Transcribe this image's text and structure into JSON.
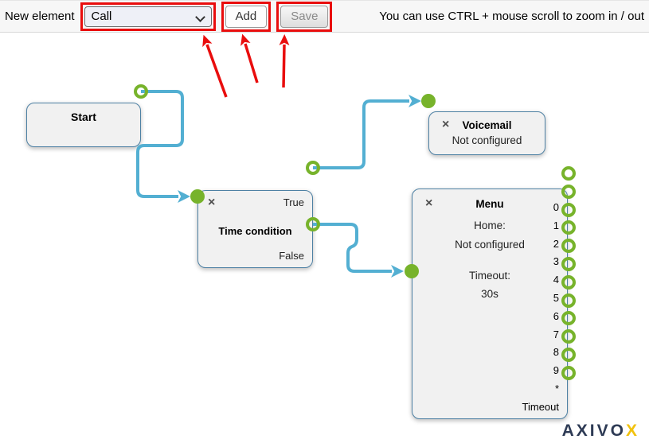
{
  "toolbar": {
    "new_element_label": "New element",
    "element_select": {
      "value": "Call"
    },
    "add_button": "Add",
    "save_button": "Save",
    "zoom_hint": "You can use CTRL + mouse scroll to zoom in / out"
  },
  "icons": {
    "close": "×",
    "chevron_down": "css-chevron"
  },
  "nodes": {
    "start": {
      "title": "Start"
    },
    "time_condition": {
      "title": "Time condition",
      "output_true": "True",
      "output_false": "False"
    },
    "voicemail": {
      "title": "Voicemail",
      "status": "Not configured"
    },
    "menu": {
      "title": "Menu",
      "home_label": "Home:",
      "home_status": "Not configured",
      "timeout_label": "Timeout:",
      "timeout_value": "30s",
      "outputs": [
        "0",
        "1",
        "2",
        "3",
        "4",
        "5",
        "6",
        "7",
        "8",
        "9",
        "*",
        "Timeout"
      ]
    }
  },
  "logo": {
    "main": "AXIVO",
    "accent": "X"
  },
  "colors": {
    "connection_blue": "#53afd2",
    "connector_green": "#77b32b",
    "node_border": "#4e81a4",
    "node_fill": "#f1f1f1",
    "annotation_red": "#e90d0d",
    "logo_navy": "#2e3b55",
    "logo_yellow": "#f2c20d",
    "toolbar_bg": "#f7f7f7"
  }
}
